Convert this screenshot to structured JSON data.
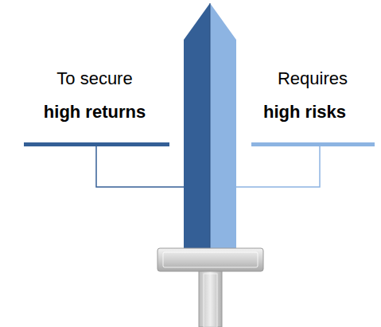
{
  "diagram": {
    "labels": [
      "To secure",
      "high returns",
      "Requires",
      "high risks"
    ]
  }
}
